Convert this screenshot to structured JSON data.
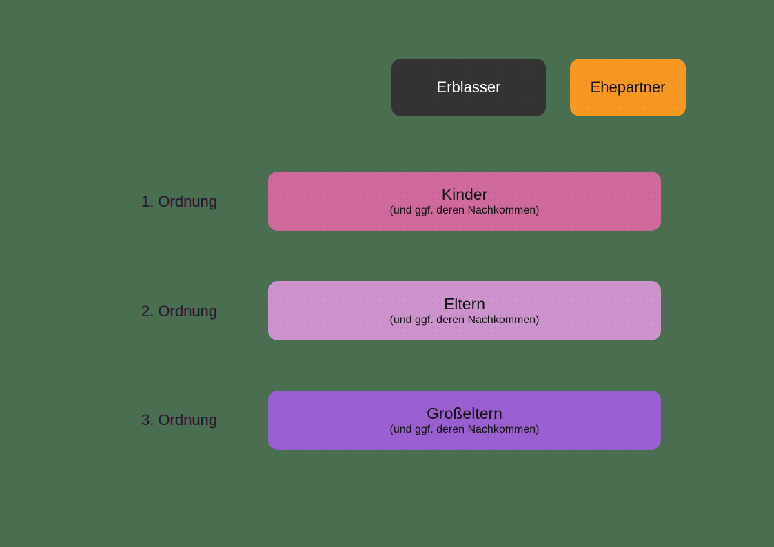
{
  "diagram": {
    "background_color": "#4a6e50",
    "top_row": [
      {
        "id": "erblasser",
        "label": "Erblasser",
        "fill": "#333333",
        "text_color": "#ffffff"
      },
      {
        "id": "ehepartner",
        "label": "Ehepartner",
        "fill": "#f89820",
        "text_color": "#111111"
      }
    ],
    "orders": [
      {
        "id": "ordnung-1",
        "order_label": "1. Ordnung",
        "title": "Kinder",
        "subtitle": "(und ggf. deren Nachkommen)",
        "fill": "#d06a9c",
        "text_color": "#111111"
      },
      {
        "id": "ordnung-2",
        "order_label": "2. Ordnung",
        "title": "Eltern",
        "subtitle": "(und ggf. deren Nachkommen)",
        "fill": "#cc93cd",
        "text_color": "#111111"
      },
      {
        "id": "ordnung-3",
        "order_label": "3. Ordnung",
        "title": "Großeltern",
        "subtitle": "(und ggf. deren Nachkommen)",
        "fill": "#9a5fd0",
        "text_color": "#111111"
      }
    ]
  }
}
